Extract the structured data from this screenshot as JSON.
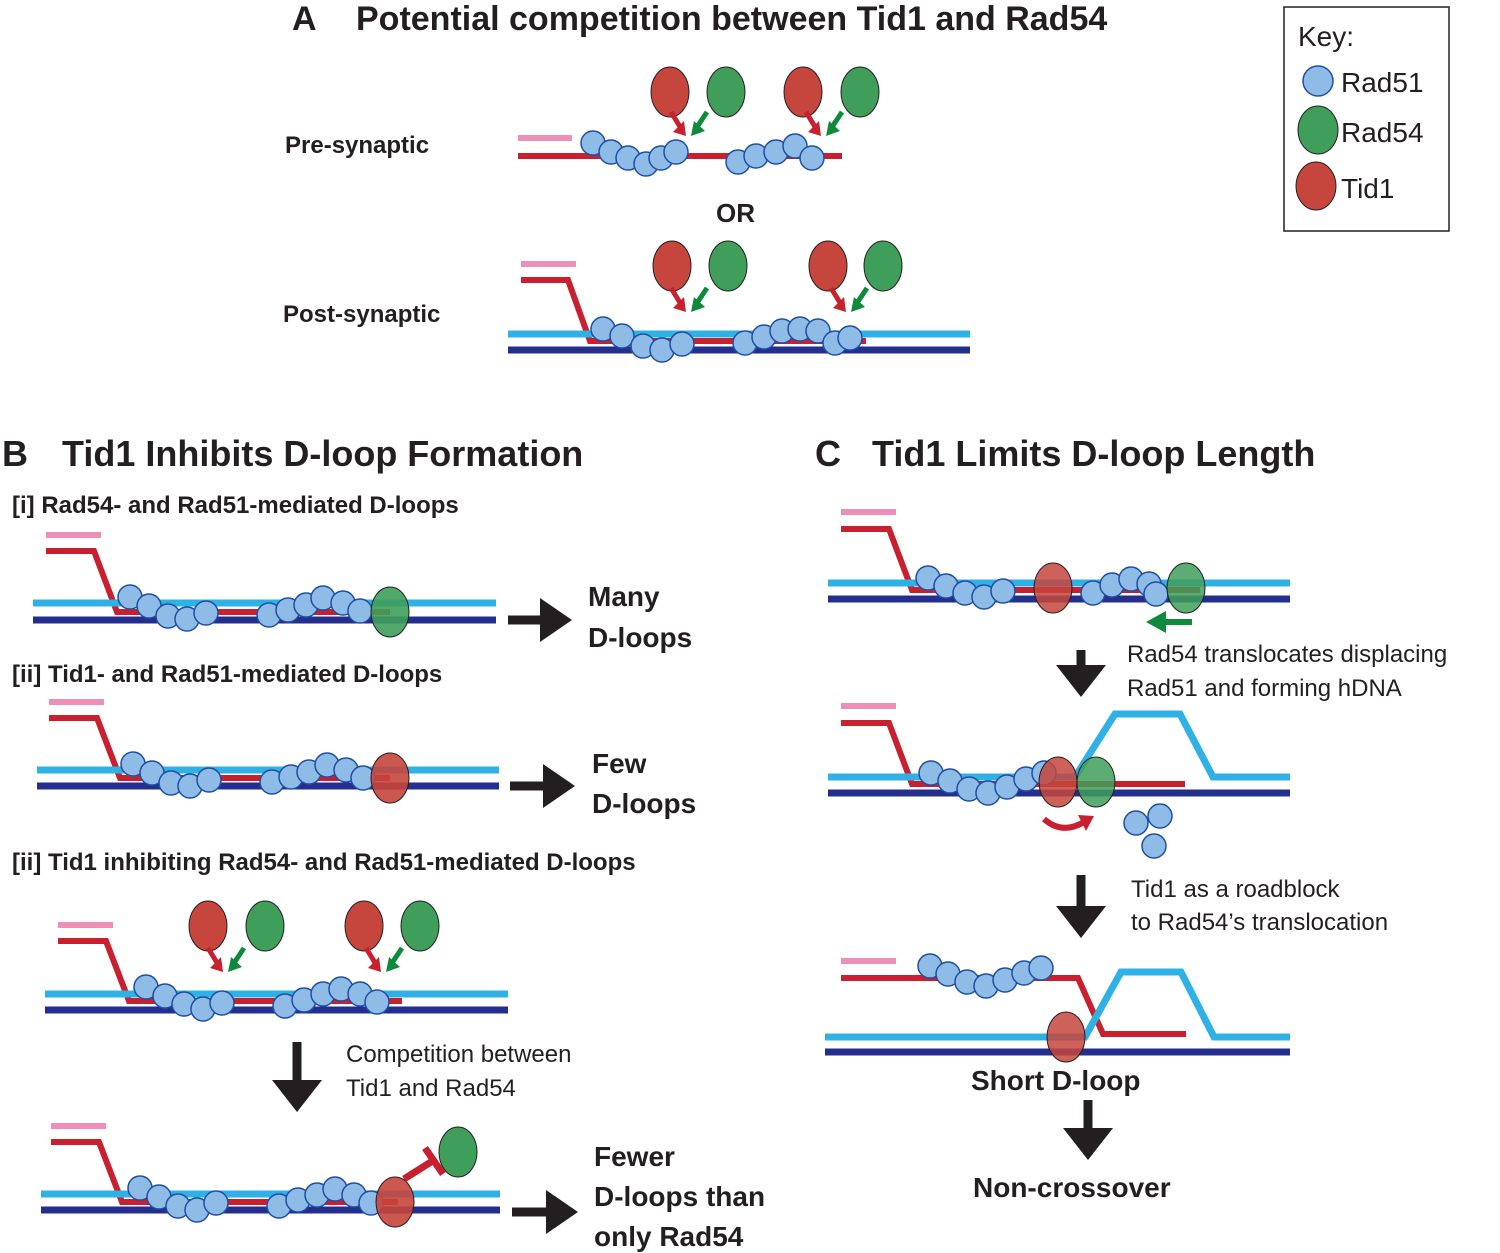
{
  "panel_a": {
    "letter": "A",
    "title": "Potential competition between Tid1 and Rad54",
    "pre_label": "Pre-synaptic",
    "or_label": "OR",
    "post_label": "Post-synaptic"
  },
  "key": {
    "title": "Key:",
    "items": [
      {
        "label": "Rad51",
        "color": "#8fbce6"
      },
      {
        "label": "Rad54",
        "color": "#3f9f5a"
      },
      {
        "label": "Tid1",
        "color": "#c6453c"
      }
    ]
  },
  "panel_b": {
    "letter": "B",
    "title": "Tid1 Inhibits D-loop Formation",
    "sub1": "[i] Rad54- and Rad51-mediated D-loops",
    "out1": [
      "Many",
      "D-loops"
    ],
    "sub2": "[ii] Tid1- and Rad51-mediated D-loops",
    "out2": [
      "Few",
      "D-loops"
    ],
    "sub3": "[ii] Tid1 inhibiting Rad54- and Rad51-mediated D-loops",
    "step": [
      "Competition between",
      "Tid1 and Rad54"
    ],
    "out3": [
      "Fewer",
      "D-loops than",
      "only Rad54"
    ]
  },
  "panel_c": {
    "letter": "C",
    "title": "Tid1 Limits D-loop Length",
    "step1": [
      "Rad54 translocates displacing",
      "Rad51 and forming hDNA"
    ],
    "step2": [
      "Tid1 as a roadblock",
      "to Rad54’s translocation"
    ],
    "short": "Short D-loop",
    "final": "Non-crossover"
  },
  "colors": {
    "rad51": "#8fbce6",
    "rad54": "#3f9f5a",
    "tid1": "#c6453c",
    "invading_strand": "#c8202f",
    "strand_tail": "#ee8fb8",
    "donor_top": "#2fb1e6",
    "donor_bottom": "#242e8c",
    "arrow": "#231f20"
  }
}
